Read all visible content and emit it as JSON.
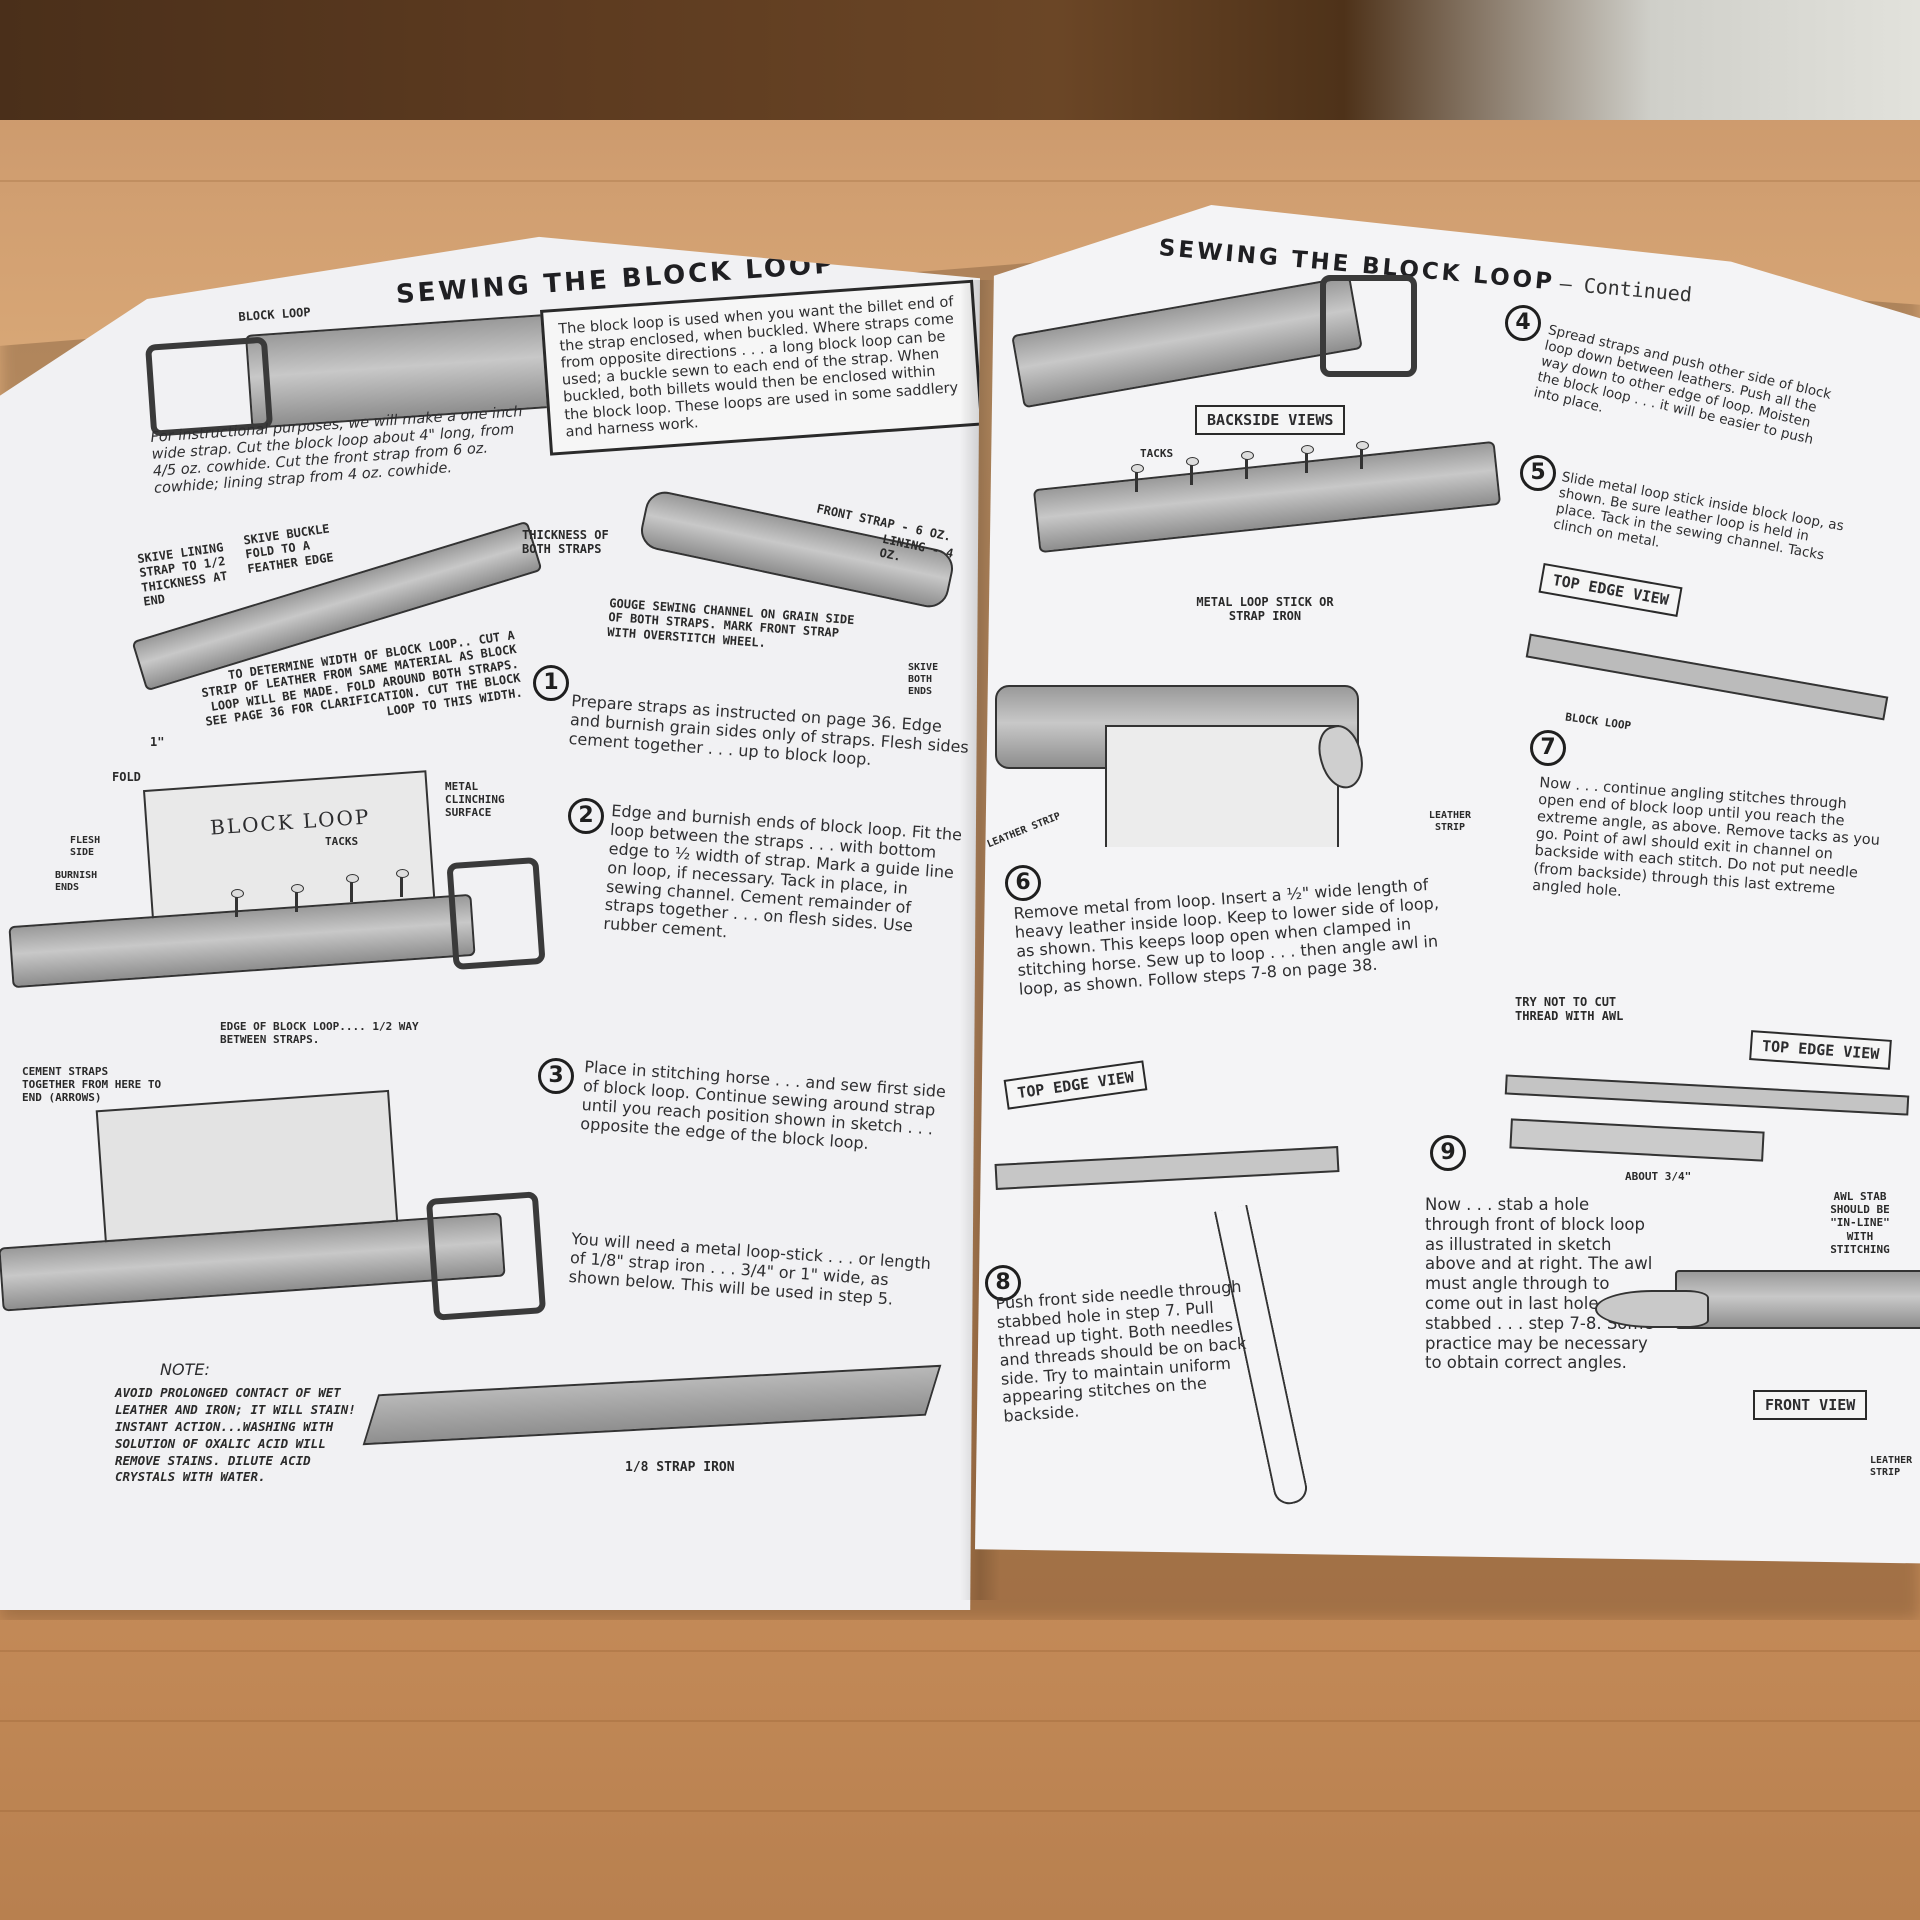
{
  "scene": {
    "description": "Open leather-craft instruction booklet on a wooden table",
    "colors": {
      "table": "#d8a272",
      "paper": "#f1f1f3",
      "ink": "#2c2c2e",
      "wall_dark": "#4a2f1a"
    }
  },
  "left_page": {
    "title": "SEWING THE BLOCK LOOP",
    "block_loop_label": "BLOCK LOOP",
    "intro_box": "The block loop is used when you want the billet end of the strap enclosed, when buckled. Where straps come from opposite directions . . . a long block loop can be used; a buckle sewn to each end of the strap. When buckled, both billets would then be enclosed within the block loop. These loops are used in some saddlery and harness work.",
    "instructional_note": "For instructional purposes, we will make a one inch wide strap. Cut the block loop about 4\" long, from 4/5 oz. cowhide. Cut the front strap from 6 oz. cowhide; lining strap from 4 oz. cowhide.",
    "diagram1_labels": {
      "skive_lining": "SKIVE LINING STRAP TO 1/2 THICKNESS AT END",
      "skive_buckle": "SKIVE BUCKLE FOLD TO A FEATHER EDGE",
      "thickness": "THICKNESS OF BOTH STRAPS",
      "determine_width": "TO DETERMINE WIDTH OF BLOCK LOOP.. CUT A STRIP OF LEATHER FROM SAME MATERIAL AS BLOCK LOOP WILL BE MADE. FOLD AROUND BOTH STRAPS. SEE PAGE 36 FOR CLARIFICATION. CUT THE BLOCK LOOP TO THIS WIDTH.",
      "one_inch": "1\"",
      "fold": "FOLD"
    },
    "diagram2_labels": {
      "front_strap": "FRONT STRAP - 6 OZ.",
      "lining": "LINING - 4 OZ.",
      "gouge": "GOUGE SEWING CHANNEL ON GRAIN SIDE OF BOTH STRAPS. MARK FRONT STRAP WITH OVERSTITCH WHEEL.",
      "skive_both": "SKIVE BOTH ENDS"
    },
    "diagram3_labels": {
      "block_loop": "BLOCK LOOP",
      "flesh_side": "FLESH SIDE",
      "burnish_ends": "BURNISH ENDS",
      "tacks": "TACKS",
      "metal_clinching": "METAL CLINCHING SURFACE",
      "edge_of_loop": "EDGE OF BLOCK LOOP.... 1/2 WAY BETWEEN STRAPS.",
      "cement_straps": "CEMENT STRAPS TOGETHER FROM HERE TO END (ARROWS)"
    },
    "steps": [
      {
        "num": "1",
        "text": "Prepare straps as instructed on page 36. Edge and burnish grain sides only of straps. Flesh sides cement together . . . up to block loop."
      },
      {
        "num": "2",
        "text": "Edge and burnish ends of block loop. Fit the loop between the straps . . . with bottom edge to ½ width of strap. Mark a guide line on loop, if necessary. Tack in place, in sewing channel. Cement remainder of straps together . . . on flesh sides. Use rubber cement."
      },
      {
        "num": "3",
        "text": "Place in stitching horse . . . and sew first side of block loop. Continue sewing around strap until you reach position shown in sketch . . . opposite the edge of the block loop."
      }
    ],
    "loop_stick_text": "You will need a metal loop-stick . . . or length of 1/8\" strap iron . . . 3/4\" or 1\" wide, as shown below. This will be used in step 5.",
    "note_heading": "NOTE:",
    "note_text": "AVOID PROLONGED CONTACT OF WET LEATHER AND IRON; IT WILL STAIN! INSTANT ACTION...WASHING WITH SOLUTION OF OXALIC ACID WILL REMOVE STAINS. DILUTE ACID CRYSTALS WITH WATER.",
    "strap_iron_label": "1/8 STRAP IRON"
  },
  "right_page": {
    "title": "SEWING THE BLOCK LOOP",
    "title_suffix": "— Continued",
    "backside_views": "BACKSIDE VIEWS",
    "tacks_label": "TACKS",
    "metal_loop_stick": "METAL LOOP STICK OR STRAP IRON",
    "leather_strip_left": "LEATHER STRIP",
    "leather_strip_right": "LEATHER STRIP",
    "top_edge_view_1": "TOP EDGE VIEW",
    "block_loop_label": "BLOCK LOOP",
    "top_edge_view_2": "TOP EDGE VIEW",
    "top_edge_view_3": "TOP EDGE VIEW",
    "try_not_cut": "TRY NOT TO CUT THREAD WITH AWL",
    "about_three_quarter": "ABOUT 3/4\"",
    "awl_stab": "AWL STAB SHOULD BE \"IN-LINE\" WITH STITCHING",
    "front_view": "FRONT VIEW",
    "leather_strip_bottom": "LEATHER STRIP",
    "steps": [
      {
        "num": "4",
        "text": "Spread straps and push other side of block loop down between leathers. Push all the way down to other edge of loop. Moisten the block loop . . . it will be easier to push into place."
      },
      {
        "num": "5",
        "text": "Slide metal loop stick inside block loop, as shown. Be sure leather loop is held in place. Tack in the sewing channel. Tacks clinch on metal."
      },
      {
        "num": "6",
        "text": "Remove metal from loop. Insert a ½\" wide length of heavy leather inside loop. Keep to lower side of loop, as shown. This keeps loop open when clamped in stitching horse. Sew up to loop . . . then angle awl in loop, as shown. Follow steps 7-8 on page 38."
      },
      {
        "num": "7",
        "text": "Now . . . continue angling stitches through open end of block loop until you reach the extreme angle, as above. Remove tacks as you go. Point of awl should exit in channel on backside with each stitch. Do not put needle (from backside) through this last extreme angled hole."
      },
      {
        "num": "8",
        "text": "Push front side needle through stabbed hole in step 7. Pull thread up tight. Both needles and threads should be on back side. Try to maintain uniform appearing stitches on the backside."
      },
      {
        "num": "9",
        "text": "Now . . . stab a hole through front of block loop as illustrated in sketch above and at right. The awl must angle through to come out in last hole stabbed . . . step 7-8. Some practice may be necessary to obtain correct angles."
      }
    ]
  }
}
